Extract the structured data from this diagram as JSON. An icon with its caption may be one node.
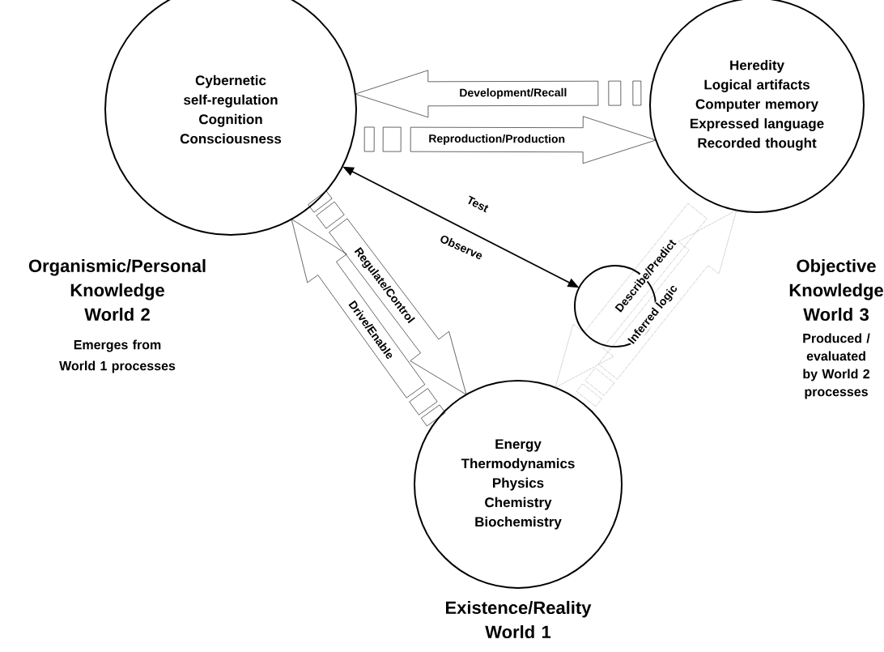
{
  "diagram": {
    "nodes": [
      {
        "text": [
          "Cybernetic self-regulation",
          "Cognition",
          "Consciousness"
        ],
        "beside": [
          "Organismic/Personal",
          "Knowledge",
          "World 2",
          "Emerges from World 1 processes"
        ]
      },
      {
        "text": [
          "Heredity",
          "Logical artifacts",
          "Computer memory",
          "Expressed language",
          "Recorded thought"
        ],
        "beside": [
          "Objective",
          "Knowledge",
          "World 3",
          "Produced / evaluated by World 2 processes"
        ]
      },
      {
        "text": [
          "Energy",
          "Thermodynamics",
          "Physics",
          "Chemistry",
          "Biochemistry"
        ],
        "beside": [
          "Existence/Reality",
          "World 1"
        ]
      },
      {
        "text": [],
        "shape": "circle"
      }
    ],
    "edges": [
      {
        "from": 1,
        "to": 0,
        "arrow": "to",
        "label": "Development/Recall"
      },
      {
        "from": 0,
        "to": 1,
        "arrow": "to",
        "label": "Reproduction/Production"
      },
      {
        "from": 0,
        "to": 3,
        "arrow": "both",
        "label": "Test"
      },
      {
        "from": 0,
        "to": 2,
        "arrow": "to",
        "label": "Regulate/Control"
      },
      {
        "from": 2,
        "to": 0,
        "arrow": "to",
        "label": "Drive/Enable"
      },
      {
        "from": 1,
        "to": 2,
        "arrow": "to",
        "label": "Describe/Predict",
        "style": "dashed"
      },
      {
        "from": 2,
        "to": 1,
        "arrow": "to",
        "label": "Inferred logic",
        "style": "dashed"
      }
    ],
    "labels": [
      "Observe"
    ]
  }
}
